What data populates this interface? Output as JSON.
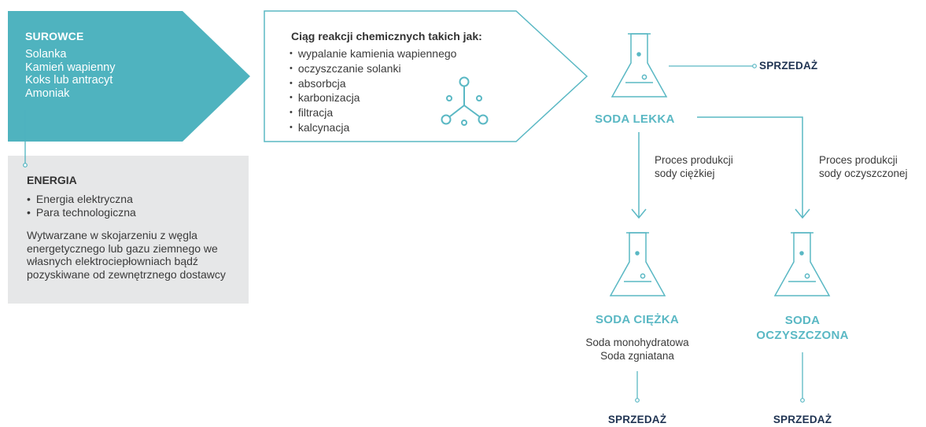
{
  "raw_materials": {
    "title": "SUROWCE",
    "items": [
      "Solanka",
      "Kamień wapienny",
      "Koks lub antracyt",
      "Amoniak"
    ]
  },
  "energy": {
    "title": "ENERGIA",
    "items": [
      "Energia elektryczna",
      "Para technologiczna"
    ],
    "description": "Wytwarzane w skojarzeniu z węgla energetycznego lub gazu ziemnego we własnych elektrociepłowniach bądź pozyskiwane od zewnętrznego dostawcy"
  },
  "reactions": {
    "title": "Ciąg reakcji chemicznych takich jak:",
    "items": [
      "wypalanie kamienia wapiennego",
      "oczyszczanie solanki",
      "absorbcja",
      "karbonizacja",
      "filtracja",
      "kalcynacja"
    ]
  },
  "light_soda": {
    "label": "SODA LEKKA",
    "sale": "SPRZEDAŻ"
  },
  "process_heavy": {
    "line1": "Proces produkcji",
    "line2": "sody ciężkiej"
  },
  "process_purified": {
    "line1": "Proces produkcji",
    "line2": "sody oczyszczonej"
  },
  "heavy_soda": {
    "label": "SODA CIĘŻKA",
    "sub1": "Soda monohydratowa",
    "sub2": "Soda zgniatana",
    "sale": "SPRZEDAŻ"
  },
  "purified_soda": {
    "label_line1": "SODA",
    "label_line2": "OCZYSZCZONA",
    "sale": "SPRZEDAŻ"
  },
  "colors": {
    "teal": "#4fb3bf",
    "light_teal": "#5ab8c4",
    "grey_panel": "#e6e7e8",
    "navy": "#1f3352"
  },
  "icons": [
    "molecule-icon",
    "flask-icon"
  ]
}
